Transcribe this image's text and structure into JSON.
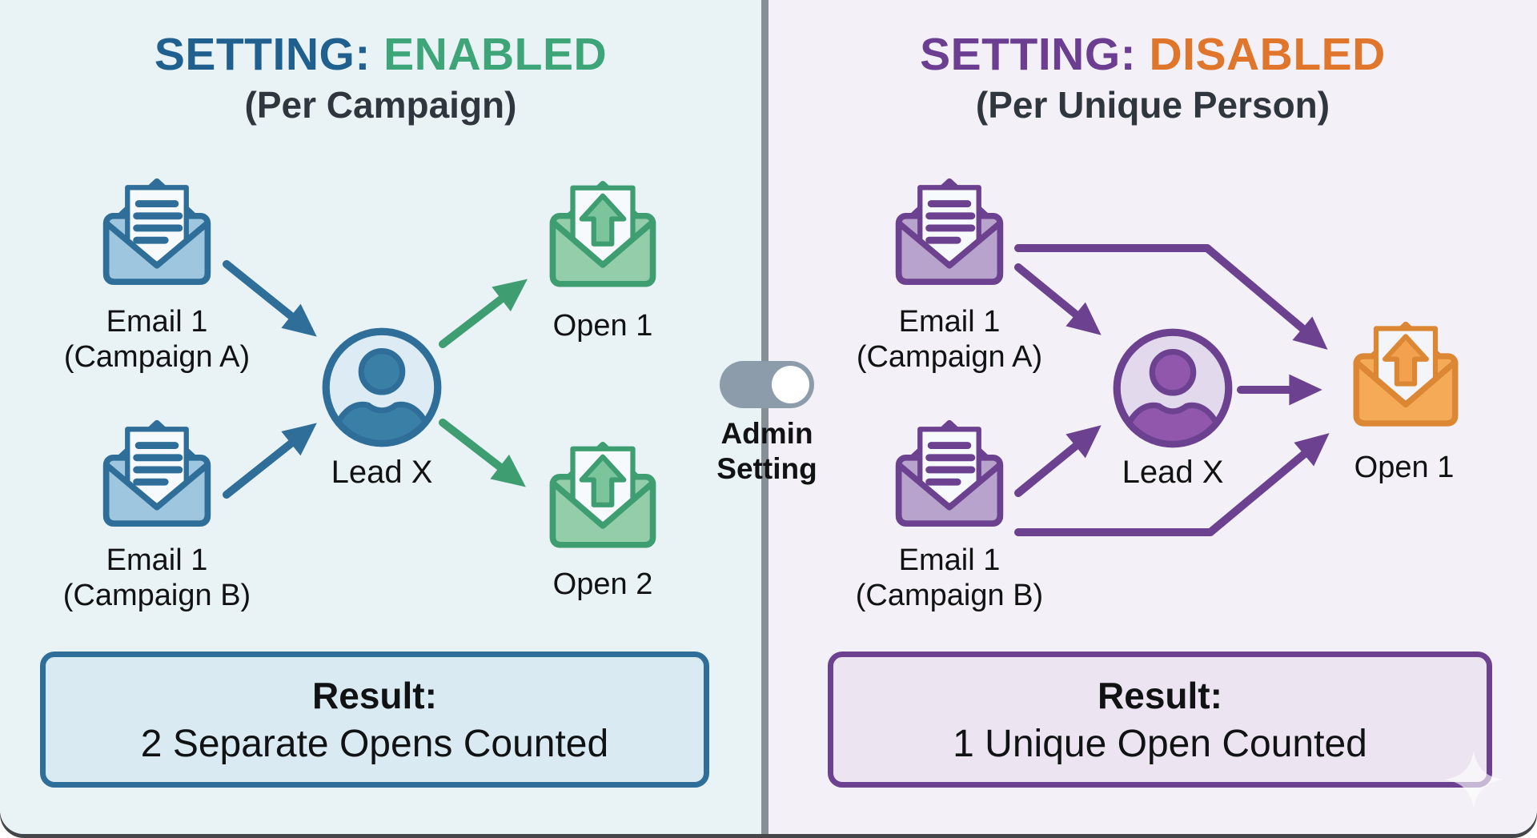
{
  "colors": {
    "left_bg": "#e9f3f6",
    "right_bg": "#f4f0f7",
    "left_title": "#20608f",
    "left_accent": "#3da578",
    "right_title": "#6b3e92",
    "right_accent": "#e0752c",
    "subtitle_text": "#30363e",
    "label_text": "#101214",
    "blue": "#2e6e99",
    "blue_fill": "#9ec6de",
    "blue_flap": "#bdd7e8",
    "green": "#3f9e71",
    "green_fill": "#93cdaa",
    "green_arrow": "#7cc49b",
    "purple": "#6b4190",
    "purple_fill": "#b7a3cb",
    "purple_flap": "#ccbedd",
    "orange": "#db8733",
    "orange_fill": "#f5aa57",
    "orange_arrow": "#f3a14e",
    "paper": "#f7fafc",
    "divider": "#868e96",
    "toggle_track": "#8d9cab",
    "toggle_knob": "#ffffff",
    "result_left_bg": "#d9eaf3",
    "result_right_bg": "#ece5f1",
    "person_blue_bg": "#dcebf4",
    "person_blue_fill": "#3a7fa6",
    "person_purple_bg": "#e2d9ec",
    "person_purple_fill": "#9057ad"
  },
  "left_panel": {
    "title_label": "SETTING:",
    "title_value": "ENABLED",
    "subtitle": "(Per Campaign)",
    "email_a": {
      "line1": "Email 1",
      "line2": "(Campaign A)"
    },
    "email_b": {
      "line1": "Email 1",
      "line2": "(Campaign B)"
    },
    "lead_label": "Lead X",
    "open_1_label": "Open 1",
    "open_2_label": "Open 2",
    "result": {
      "title": "Result:",
      "text": "2 Separate Opens Counted"
    }
  },
  "right_panel": {
    "title_label": "SETTING:",
    "title_value": "DISABLED",
    "subtitle": "(Per Unique Person)",
    "email_a": {
      "line1": "Email 1",
      "line2": "(Campaign A)"
    },
    "email_b": {
      "line1": "Email 1",
      "line2": "(Campaign B)"
    },
    "lead_label": "Lead X",
    "open_1_label": "Open 1",
    "result": {
      "title": "Result:",
      "text": "1 Unique Open Counted"
    }
  },
  "divider": {
    "toggle_label_line1": "Admin",
    "toggle_label_line2": "Setting",
    "toggle_state": "off"
  }
}
